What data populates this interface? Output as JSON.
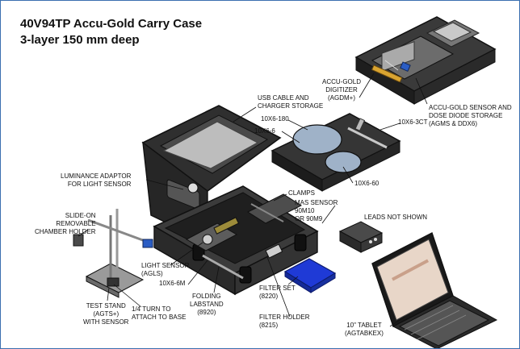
{
  "title": {
    "line1": "40V94TP Accu-Gold Carry Case",
    "line2": "3-layer 150 mm deep"
  },
  "labels": {
    "digitizer": "ACCU-GOLD\nDIGITIZER\n(AGDM+)",
    "sensor_storage": "ACCU-GOLD SENSOR AND\nDOSE DIODE STORAGE\n(AGMS & DDX6)",
    "usb": "USB CABLE AND\nCHARGER STORAGE",
    "ch180": "10X6-180",
    "ch6": "10X6-6",
    "ch3ct": "10X6-3CT",
    "luminance": "LUMINANCE ADAPTOR\nFOR LIGHT SENSOR",
    "ch60": "10X6-60",
    "clamps": "CLAMPS",
    "mas": "MAS SENSOR\n90M10\nOR 90M9",
    "leads": "LEADS NOT SHOWN",
    "slide_on": "SLIDE-ON\nREMOVABLE\nCHAMBER HOLDER",
    "light_sensor": "LIGHT SENSOR\n(AGLS)",
    "ch6m": "10X6-6M",
    "labstand": "FOLDING\nLABSTAND\n(8920)",
    "filter_set": "FILTER SET\n(8220)",
    "filter_holder": "FILTER HOLDER\n(8215)",
    "test_stand": "TEST STAND\n(AGTS+)\nWITH SENSOR",
    "quarter_turn": "1/4 TURN TO\nATTACH TO BASE",
    "tablet": "10\" TABLET\n(AGTABKEX)"
  },
  "colors": {
    "case_body": "#2f2f2f",
    "case_edge": "#111111",
    "case_light": "#8d8d8d",
    "lid_panel": "#bdbdbd",
    "tray": "#3a3a3a",
    "disc": "#9fb2c8",
    "filter_blue": "#1f3ad6",
    "digitizer_gold": "#d9a431",
    "tablet_screen": "#e8d6c8",
    "border": "#3a6fb0"
  }
}
